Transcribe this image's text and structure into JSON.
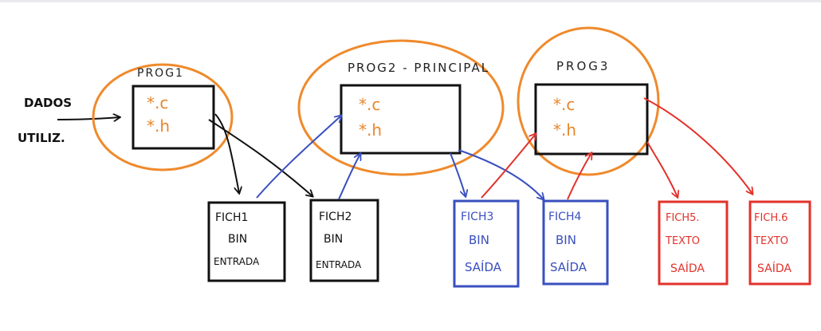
{
  "colors": {
    "orange": "#ef8a2c",
    "black": "#111111",
    "blue": "#3a4fbf",
    "red": "#e2322b",
    "file_orange": "#e8862b"
  },
  "input": {
    "line1": "DADOS",
    "line2": "UTILIZ."
  },
  "programs": [
    {
      "label": "PROG1",
      "files": [
        "*.c",
        "*.h"
      ]
    },
    {
      "label": "PROG2 - PRINCIPAL",
      "files": [
        "*.c",
        "*.h"
      ]
    },
    {
      "label": "PROG3",
      "files": [
        "*.c",
        "*.h"
      ]
    }
  ],
  "data_files": [
    {
      "name": "FICH1",
      "line2": "BIN",
      "line3": "ENTRADA"
    },
    {
      "name": "FICH2",
      "line2": "BIN",
      "line3": "ENTRADA"
    },
    {
      "name": "FICH3",
      "line2": "BIN",
      "line3": "SAÍDA"
    },
    {
      "name": "FICH4",
      "line2": "BIN",
      "line3": "SAÍDA"
    },
    {
      "name": "FICH5.",
      "line2": "TEXTO",
      "line3": "SAÍDA"
    },
    {
      "name": "FICH.6",
      "line2": "TEXTO",
      "line3": "SAÍDA"
    }
  ]
}
